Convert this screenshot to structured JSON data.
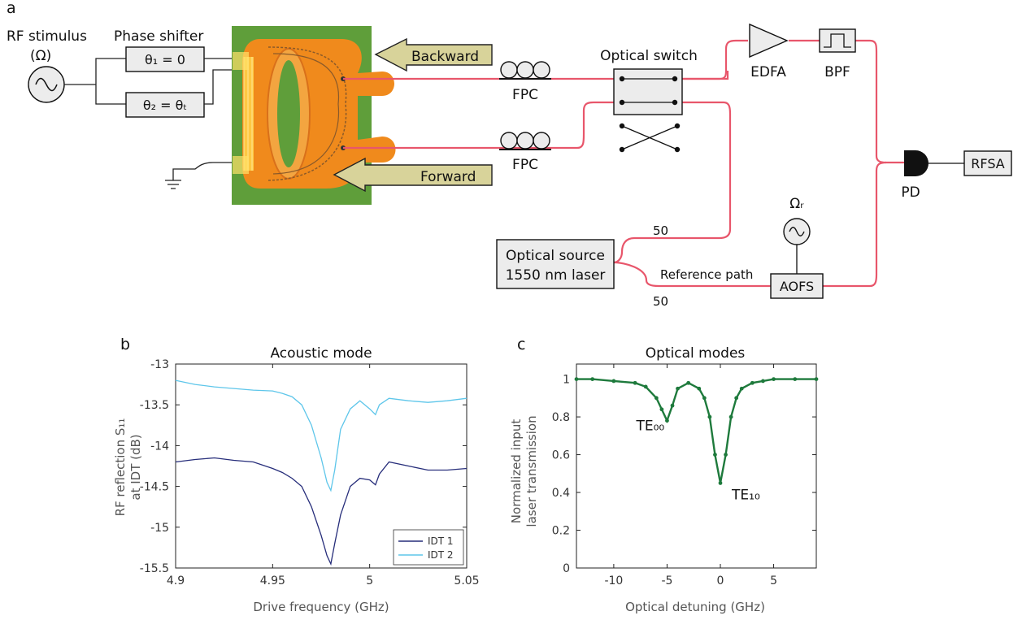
{
  "panels": {
    "a": "a",
    "b": "b",
    "c": "c"
  },
  "diagram": {
    "rf_stimulus": "RF stimulus",
    "rf_symbol": "(Ω)",
    "phase_shifter": "Phase shifter",
    "theta1": "θ₁ = 0",
    "theta2": "θ₂ = θₜ",
    "backward": "Backward",
    "forward": "Forward",
    "fpc": "FPC",
    "optical_switch": "Optical switch",
    "edfa": "EDFA",
    "bpf": "BPF",
    "pd": "PD",
    "rfsa": "RFSA",
    "omega_r": "Ωᵣ",
    "aofs": "AOFS",
    "reference_path": "Reference path",
    "source_line1": "Optical source",
    "source_line2": "1550 nm laser",
    "split_top": "50",
    "split_bottom": "50",
    "colors": {
      "fiber": "#e8566b",
      "chip_bg": "#5f9e3a",
      "chip_metal": "#f08a1c",
      "arrow_fill": "#d8d39a"
    }
  },
  "chart_data": [
    {
      "type": "line",
      "title": "Acoustic mode",
      "xlabel": "Drive frequency (GHz)",
      "ylabel_line1": "RF reflection S₁₁",
      "ylabel_line2": "at IDT (dB)",
      "xlim": [
        4.9,
        5.05
      ],
      "ylim": [
        -15.5,
        -13
      ],
      "xticks": [
        "4.9",
        "4.95",
        "5",
        "5.05"
      ],
      "yticks": [
        "-13",
        "-13.5",
        "-14",
        "-14.5",
        "-15",
        "-15.5"
      ],
      "legend_position": "bottom-right",
      "series": [
        {
          "name": "IDT 1",
          "color": "#262d7a",
          "x": [
            4.9,
            4.91,
            4.92,
            4.93,
            4.94,
            4.95,
            4.955,
            4.96,
            4.965,
            4.97,
            4.975,
            4.978,
            4.98,
            4.982,
            4.985,
            4.99,
            4.995,
            5.0,
            5.003,
            5.005,
            5.01,
            5.02,
            5.03,
            5.04,
            5.05
          ],
          "y": [
            -14.2,
            -14.17,
            -14.15,
            -14.18,
            -14.2,
            -14.28,
            -14.33,
            -14.4,
            -14.5,
            -14.75,
            -15.1,
            -15.35,
            -15.45,
            -15.2,
            -14.85,
            -14.5,
            -14.4,
            -14.42,
            -14.48,
            -14.35,
            -14.2,
            -14.25,
            -14.3,
            -14.3,
            -14.28
          ]
        },
        {
          "name": "IDT 2",
          "color": "#5ec6ea",
          "x": [
            4.9,
            4.91,
            4.92,
            4.93,
            4.94,
            4.95,
            4.955,
            4.96,
            4.965,
            4.97,
            4.975,
            4.978,
            4.98,
            4.982,
            4.985,
            4.99,
            4.995,
            5.0,
            5.003,
            5.005,
            5.01,
            5.02,
            5.03,
            5.04,
            5.05
          ],
          "y": [
            -13.2,
            -13.25,
            -13.28,
            -13.3,
            -13.32,
            -13.33,
            -13.36,
            -13.4,
            -13.5,
            -13.75,
            -14.15,
            -14.45,
            -14.55,
            -14.3,
            -13.8,
            -13.55,
            -13.45,
            -13.55,
            -13.62,
            -13.5,
            -13.42,
            -13.45,
            -13.47,
            -13.45,
            -13.42
          ]
        }
      ]
    },
    {
      "type": "line",
      "title": "Optical modes",
      "xlabel": "Optical detuning (GHz)",
      "ylabel_line1": "Normalized input",
      "ylabel_line2": "laser transmission",
      "xlim": [
        -13.5,
        9
      ],
      "ylim": [
        0,
        1.08
      ],
      "xticks": [
        "-10",
        "-5",
        "0",
        "5"
      ],
      "yticks": [
        "0",
        "0.2",
        "0.4",
        "0.6",
        "0.8",
        "1"
      ],
      "annotations": [
        {
          "text": "TE₀₀"
        },
        {
          "text": "TE₁₀"
        }
      ],
      "series": [
        {
          "name": "",
          "color": "#1e7a3c",
          "x": [
            -13.5,
            -12,
            -10,
            -8,
            -7,
            -6,
            -5.5,
            -5,
            -4.5,
            -4,
            -3,
            -2,
            -1.5,
            -1,
            -0.5,
            0,
            0.5,
            1,
            1.5,
            2,
            3,
            4,
            5,
            7,
            9
          ],
          "y": [
            1.0,
            1.0,
            0.99,
            0.98,
            0.96,
            0.9,
            0.84,
            0.78,
            0.86,
            0.95,
            0.98,
            0.95,
            0.9,
            0.8,
            0.6,
            0.45,
            0.6,
            0.8,
            0.9,
            0.95,
            0.98,
            0.99,
            1.0,
            1.0,
            1.0
          ]
        }
      ]
    }
  ]
}
